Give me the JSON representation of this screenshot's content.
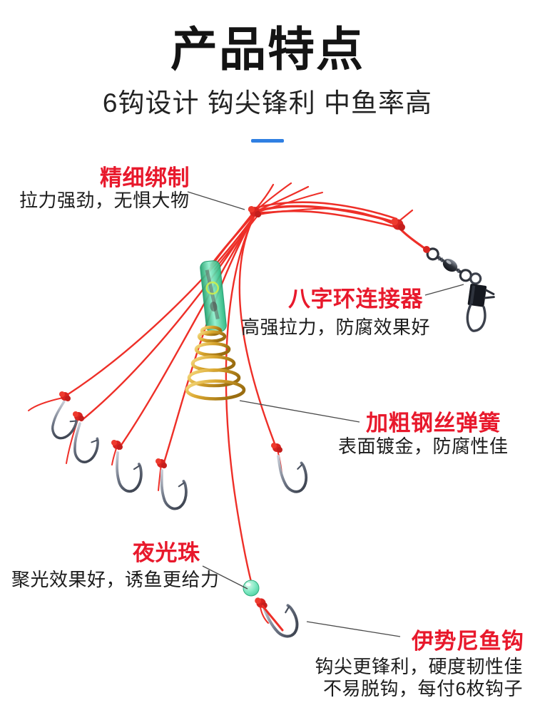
{
  "header": {
    "title_normal": "产品",
    "title_bold": "特点",
    "subtitle": "6钩设计 钩尖锋利 中鱼率高"
  },
  "annotations": {
    "binding": {
      "label": "精细绑制",
      "desc": "拉力强劲，无惧大物"
    },
    "swivel": {
      "label": "八字环连接器",
      "desc": "高强拉力，防腐效果好"
    },
    "spring": {
      "label": "加粗钢丝弹簧",
      "desc": "表面镀金，防腐性佳"
    },
    "bead": {
      "label": "夜光珠",
      "desc": "聚光效果好，诱鱼更给力"
    },
    "hook": {
      "label": "伊势尼鱼钩",
      "desc_line1": "钩尖更锋利，硬度韧性佳",
      "desc_line2": "不易脱钩，每付6枚钩子"
    }
  },
  "illustration": {
    "hook_count": 6,
    "parts": [
      "main-knot",
      "secondary-knot",
      "barrel-swivel",
      "snap-clip",
      "green-tube",
      "gold-spring",
      "luminous-bead",
      "fishing-hooks"
    ],
    "colors": {
      "line_red": "#ee2f28",
      "knot_red": "#d92420",
      "label_red": "#e8192c",
      "accent_blue": "#2f7fe2",
      "spring_gold": "#d9a62e",
      "tube_green": "#2fbf85",
      "bead_green": "#7fe8c2",
      "metal_dark": "#2c3038",
      "hook_steel": "#566071",
      "leader_gray": "#4a4a4a"
    }
  }
}
